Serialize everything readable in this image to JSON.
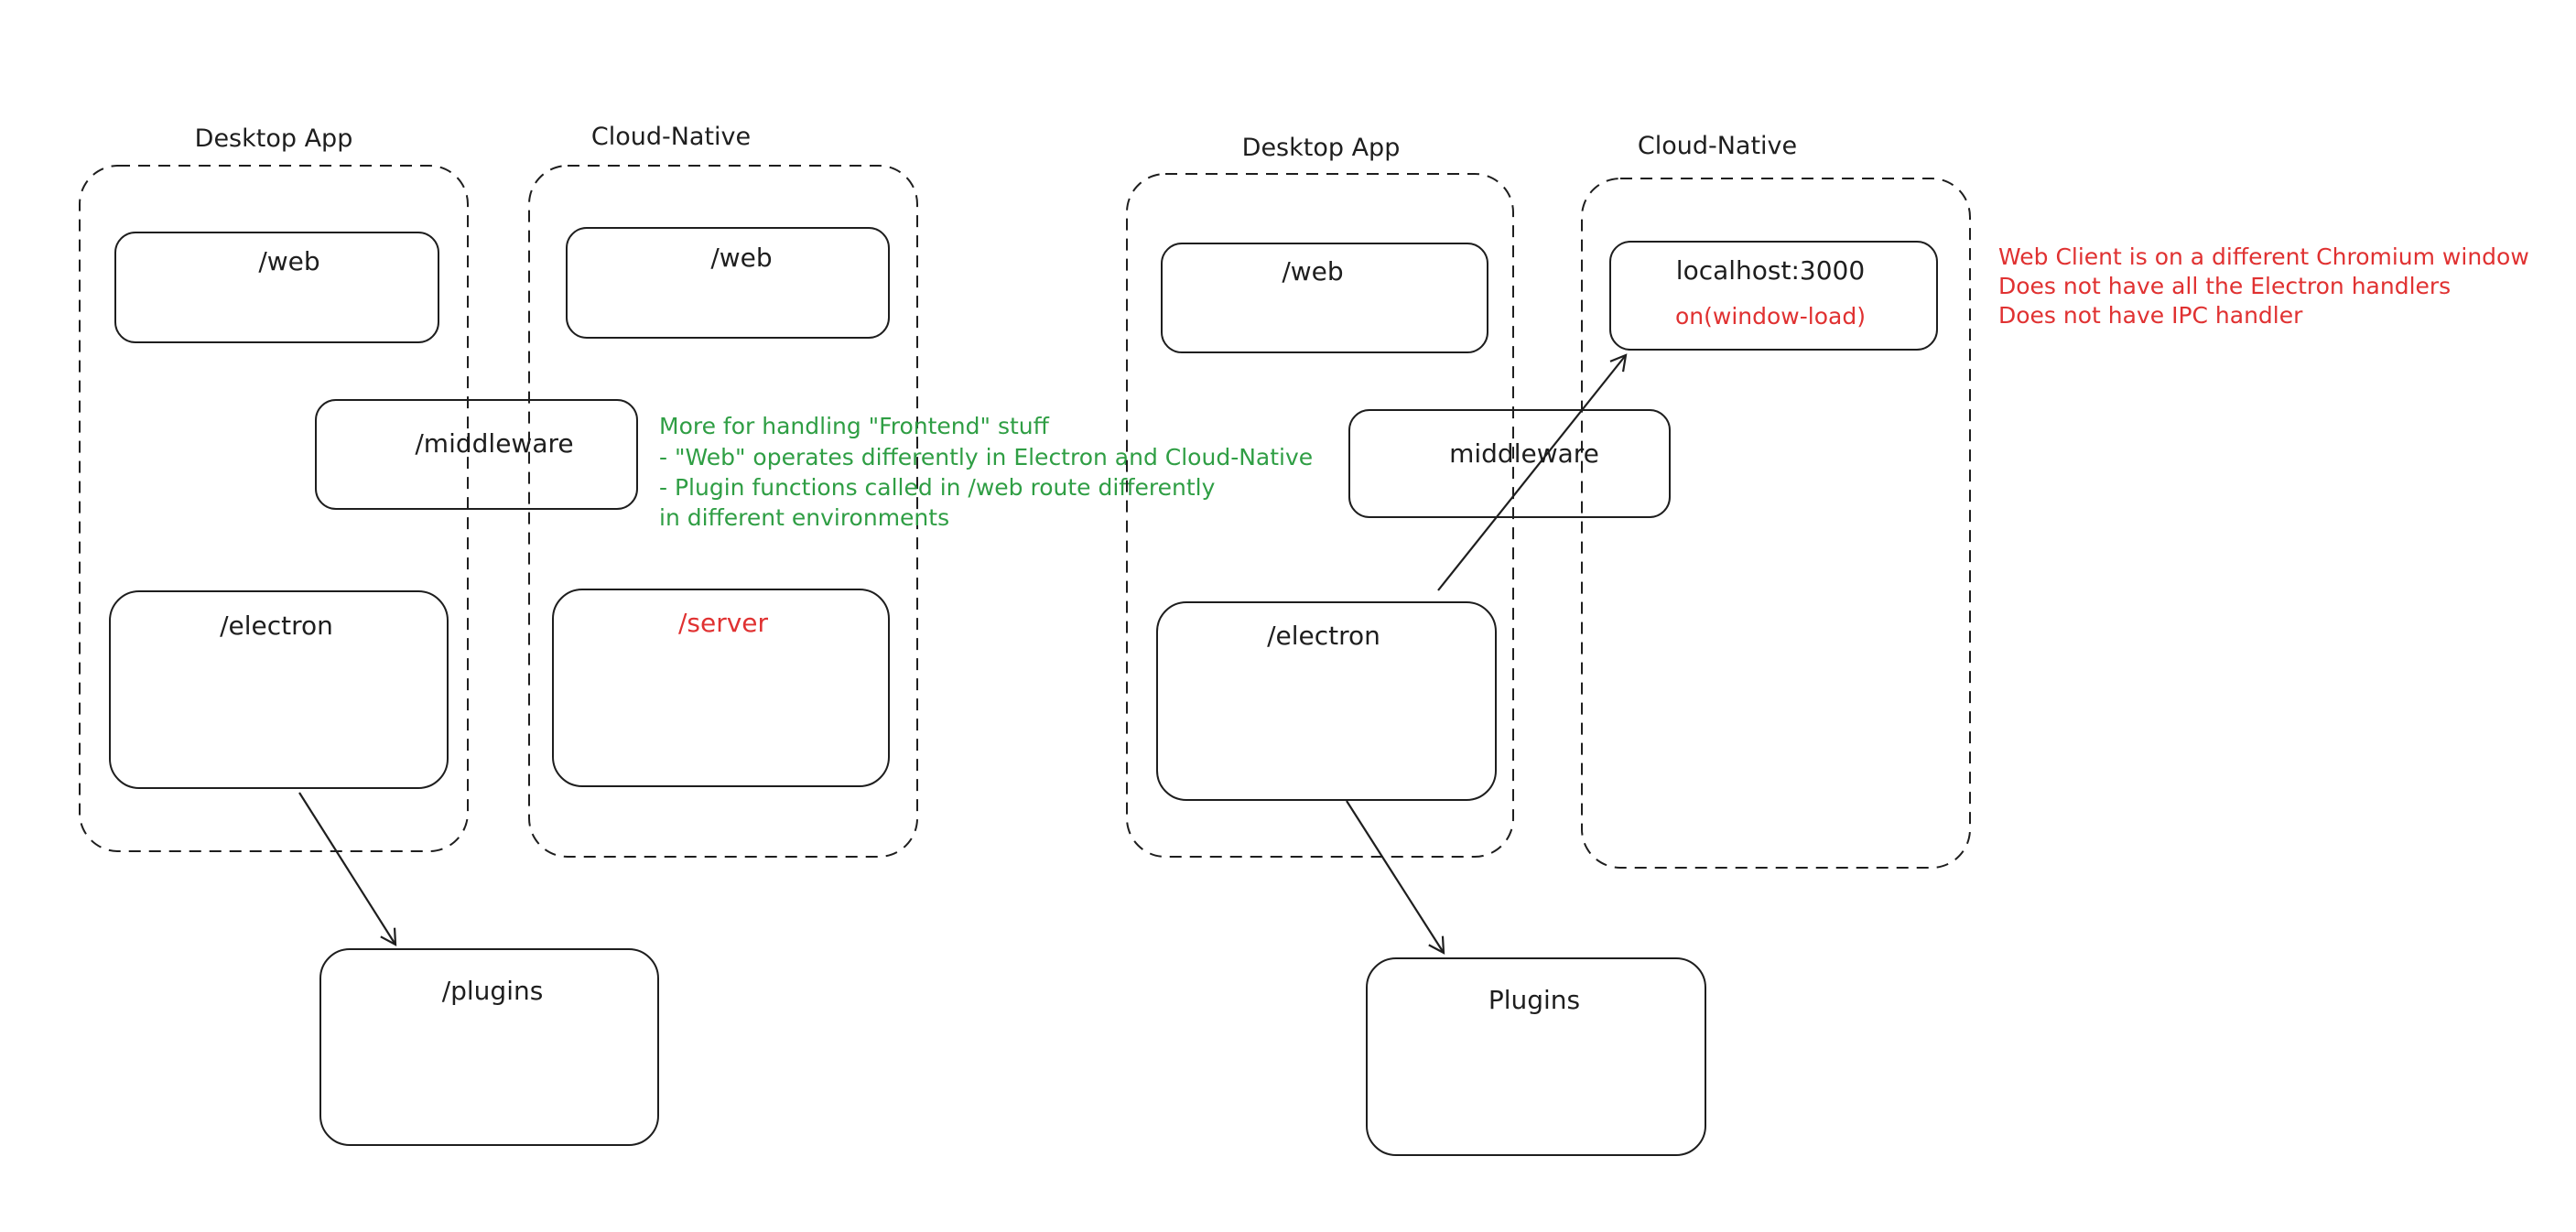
{
  "colors": {
    "ink": "#1e1e1e",
    "green": "#2f9e44",
    "red": "#e03131",
    "background": "#ffffff"
  },
  "left": {
    "group_desktop": "Desktop App",
    "group_cloud": "Cloud-Native",
    "web_desktop": "/web",
    "web_cloud": "/web",
    "middleware": "/middleware",
    "electron": "/electron",
    "server": "/server",
    "plugins": "/plugins"
  },
  "note_green": [
    "More for handling \"Frontend\" stuff",
    "- \"Web\" operates differently in Electron and Cloud-Native",
    "- Plugin functions called in /web route differently",
    "in different environments"
  ],
  "right": {
    "group_desktop": "Desktop App",
    "group_cloud": "Cloud-Native",
    "web_desktop": "/web",
    "localhost": "localhost:3000",
    "window_load": "on(window-load)",
    "middleware": "middleware",
    "electron": "/electron",
    "plugins": "Plugins"
  },
  "note_red": [
    "Web Client is on a different Chromium window",
    "Does not have all the Electron handlers",
    "Does not have IPC handler"
  ]
}
